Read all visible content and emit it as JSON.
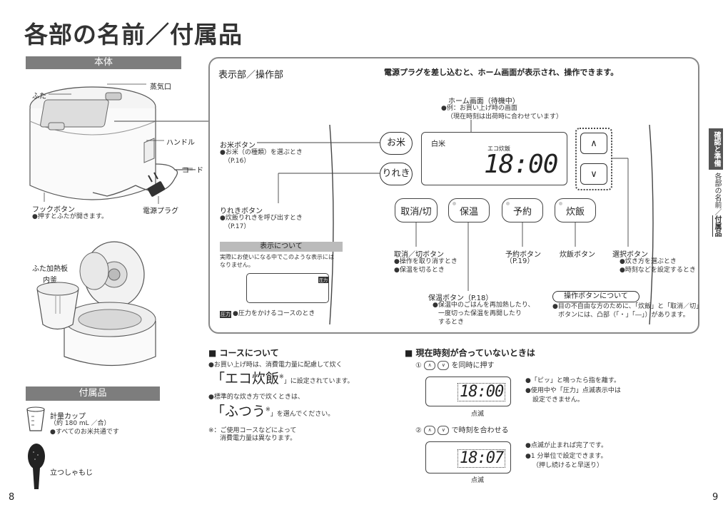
{
  "page": {
    "title": "各部の名前／付属品",
    "page_left": "8",
    "page_right": "9"
  },
  "side_tab": {
    "section": "確認と準備",
    "sub_a": "各部の名前／",
    "sub_b": "付属品"
  },
  "body_section": {
    "header": "本体",
    "labels": {
      "lid": "ふた",
      "steam": "蒸気口",
      "handle": "ハンドル",
      "cord": "コード",
      "plug": "電源プラグ",
      "hook_button": "フックボタン",
      "hook_note": "●押すとふたが開きます。",
      "lid_plate": "ふた加熱板",
      "inner_pot": "内釜"
    }
  },
  "accessories": {
    "header": "付属品",
    "cup_name": "計量カップ",
    "cup_spec": "（約 180 mL ／合）",
    "cup_note": "●すべてのお米共通です",
    "spatula": "立つしゃもじ"
  },
  "panel": {
    "heading": "表示部／操作部",
    "intro": "電源プラグを差し込むと、ホーム画面が表示され、操作できます。",
    "home": {
      "title": "ホーム画面（待機中）",
      "note1": "●例：お買い上げ時の画面",
      "note2": "（現在時刻は出荷時に合わせています）"
    },
    "display": {
      "rice": "白米",
      "course": "エコ炊飯",
      "time": "18:00"
    },
    "buttons": {
      "rice": "お米",
      "rewarm": "りれき",
      "cancel": "取消/切",
      "keep": "保温",
      "timer": "予約",
      "cook": "炊飯",
      "up": "∧",
      "down": "∨"
    },
    "rice_btn": {
      "title": "お米ボタン",
      "note": "●お米（の種類）を選ぶとき",
      "ref": "（P.16）"
    },
    "rewarm_btn": {
      "title": "りれきボタン",
      "note": "●炊飯りれきを呼び出すとき",
      "ref": "（P.17）"
    },
    "display_note": {
      "header": "表示について",
      "line1": "実際にお使いになる中でこのような表示には",
      "line2": "なりません。",
      "pressure_icon": "圧力",
      "pressure_note": "●圧力をかけるコースのとき"
    },
    "cancel_btn": {
      "title": "取消／切ボタン",
      "note1": "●操作を取り消すとき",
      "note2": "●保温を切るとき"
    },
    "keep_btn": {
      "title": "保温ボタン（P.18）",
      "note1": "●保温中のごはんを再加熱したり、",
      "note2": "一度切った保温を再開したり",
      "note3": "するとき"
    },
    "timer_btn": {
      "title": "予約ボタン",
      "ref": "（P.19）"
    },
    "cook_btn": {
      "title": "炊飯ボタン"
    },
    "select_btn": {
      "title": "選択ボタン",
      "note1": "●炊き方を選ぶとき",
      "note2": "●時刻などを設定するとき"
    },
    "op_note": {
      "header": "操作ボタンについて",
      "line1": "●目の不自由な方のために、「炊飯」と「取消／切」",
      "line2": "ボタンには、凸部（「・」「―」）があります。"
    }
  },
  "course": {
    "heading_mark": "■",
    "heading": "コースについて",
    "line1": "●お買い上げ時は、消費電力量に配慮して炊く",
    "eco": "「エコ炊飯",
    "eco_tail": "」に設定されています。",
    "line2": "●標準的な炊き方で炊くときは、",
    "normal": "「ふつう",
    "normal_tail": "」を選んでください。",
    "asterisk": "※",
    "foot1": "※：ご使用コースなどによって",
    "foot2": "消費電力量は異なります。"
  },
  "clock": {
    "heading_mark": "■",
    "heading": "現在時刻が合っていないときは",
    "step1_num": "①",
    "step1_text": "を同時に押す",
    "step1_time": "18:00",
    "blink1": "点滅",
    "step1_note1": "●「ピッ」と鳴ったら指を離す。",
    "step1_note2": "●使用中や「圧力」点滅表示中は",
    "step1_note3": "設定できません。",
    "step2_num": "②",
    "step2_text": "で時刻を合わせる",
    "step2_time": "18:07",
    "blink2": "点滅",
    "step2_note1": "●点滅が止まれば完了です。",
    "step2_note2": "●1 分単位で設定できます。",
    "step2_note3": "（押し続けると早送り）",
    "up": "∧",
    "down": "∨"
  }
}
